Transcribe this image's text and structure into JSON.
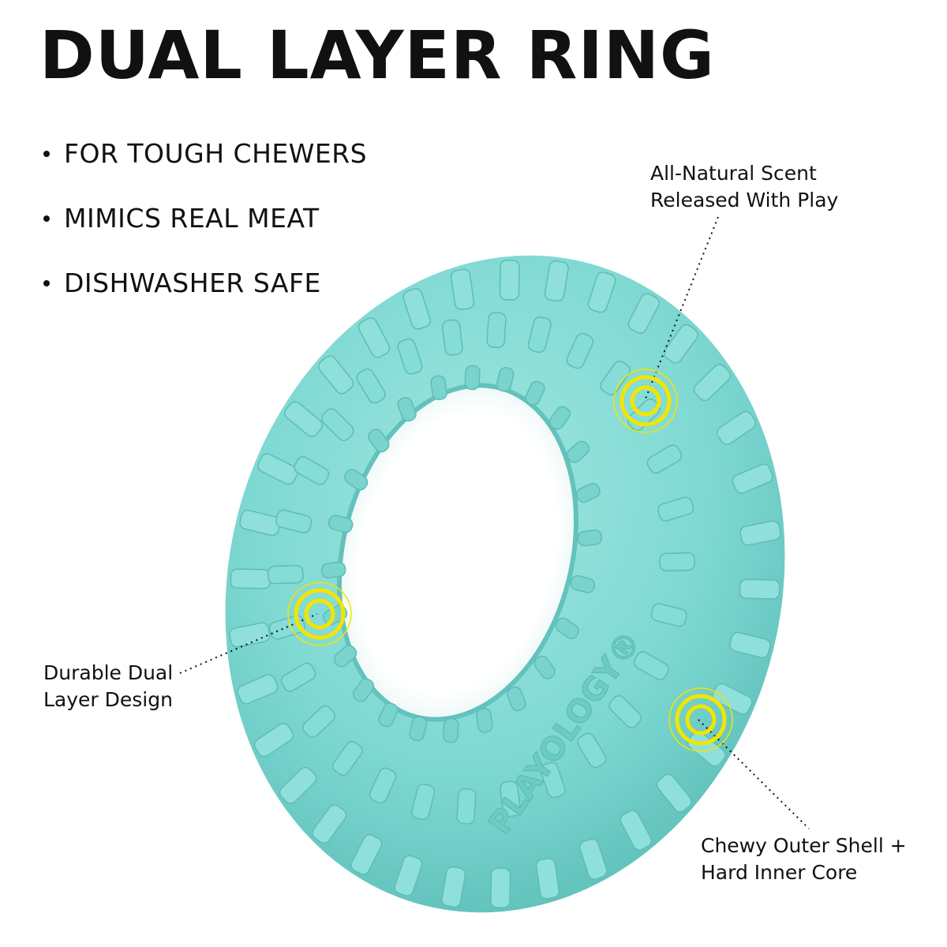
{
  "title": "DUAL LAYER RING",
  "bullets": [
    "FOR TOUGH CHEWERS",
    "MIMICS REAL MEAT",
    "DISHWASHER SAFE"
  ],
  "callouts": {
    "scent": {
      "line1": "All-Natural Scent",
      "line2": "Released With Play"
    },
    "dual_layer": {
      "line1": "Durable Dual",
      "line2": "Layer Design"
    },
    "shell": {
      "line1": "Chewy Outer Shell +",
      "line2": "Hard Inner Core"
    }
  },
  "product": {
    "brand_mark": "PLAYOLOGY®"
  },
  "colors": {
    "ring": "#7ed8d2",
    "ring_shadow": "#4fb3ad",
    "marker": "#f3e500",
    "text": "#111111"
  }
}
